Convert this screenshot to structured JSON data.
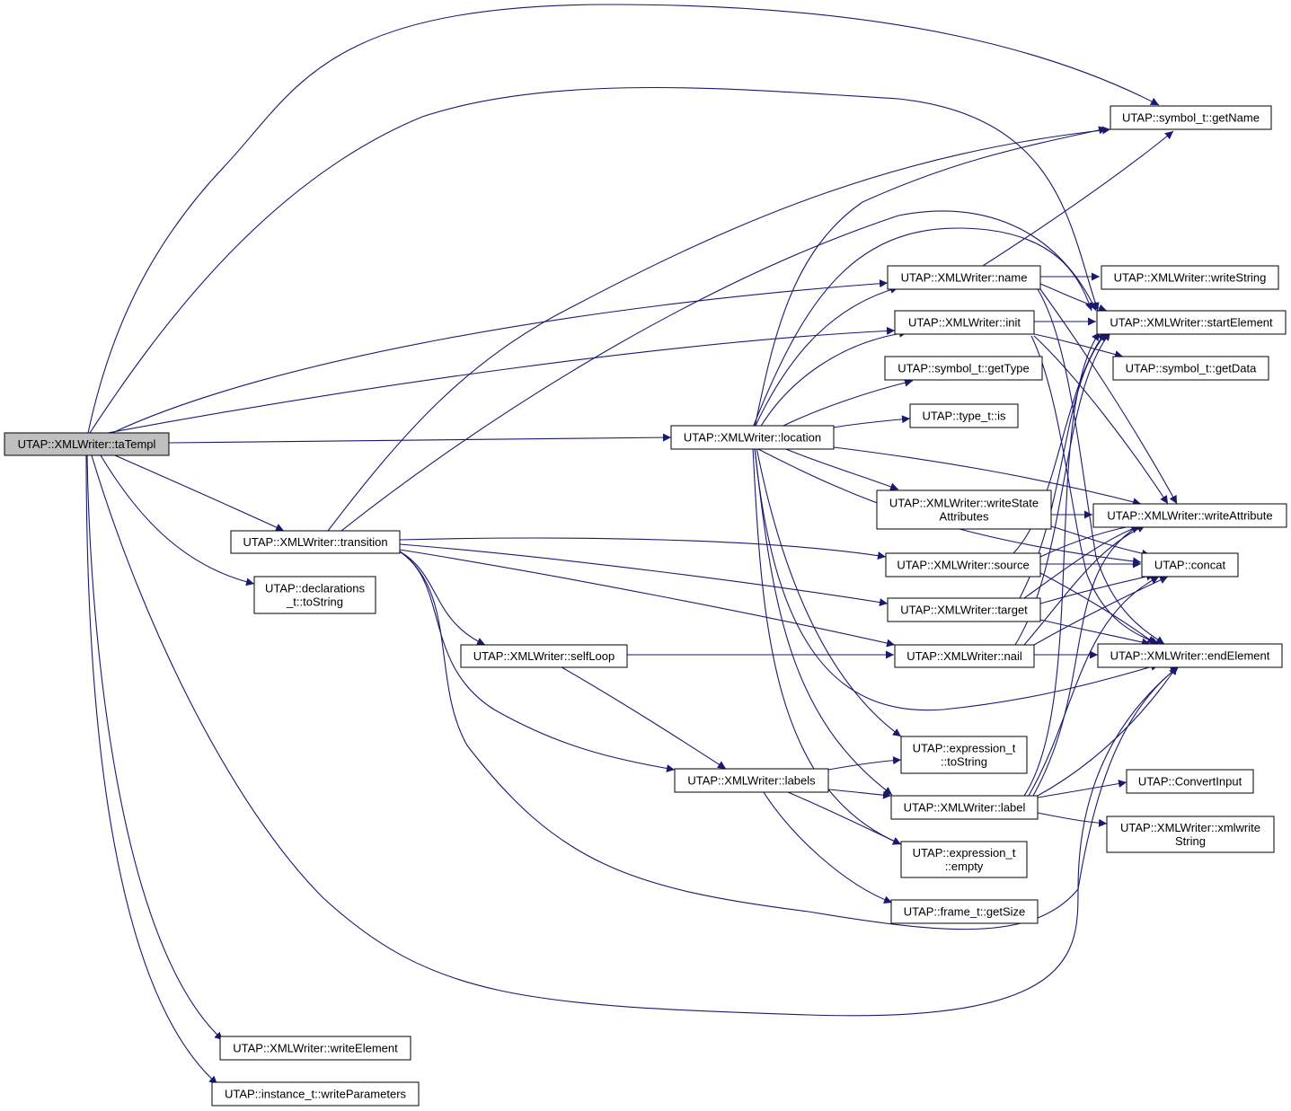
{
  "colors": {
    "edge": "#191970",
    "root_fill": "#bfbfbf",
    "node_fill": "#ffffff",
    "node_stroke": "#000000"
  },
  "nodes": {
    "taTempl": [
      "UTAP::XMLWriter::taTempl"
    ],
    "getName": [
      "UTAP::symbol_t::getName"
    ],
    "name": [
      "UTAP::XMLWriter::name"
    ],
    "writeString": [
      "UTAP::XMLWriter::writeString"
    ],
    "startElement": [
      "UTAP::XMLWriter::startElement"
    ],
    "init": [
      "UTAP::XMLWriter::init"
    ],
    "getData": [
      "UTAP::symbol_t::getData"
    ],
    "getType": [
      "UTAP::symbol_t::getType"
    ],
    "is": [
      "UTAP::type_t::is"
    ],
    "location": [
      "UTAP::XMLWriter::location"
    ],
    "writeStateAttributes": [
      "UTAP::XMLWriter::writeState",
      "Attributes"
    ],
    "writeAttribute": [
      "UTAP::XMLWriter::writeAttribute"
    ],
    "transition": [
      "UTAP::XMLWriter::transition"
    ],
    "source": [
      "UTAP::XMLWriter::source"
    ],
    "concat": [
      "UTAP::concat"
    ],
    "declToString": [
      "UTAP::declarations",
      "_t::toString"
    ],
    "target": [
      "UTAP::XMLWriter::target"
    ],
    "selfLoop": [
      "UTAP::XMLWriter::selfLoop"
    ],
    "nail": [
      "UTAP::XMLWriter::nail"
    ],
    "endElement": [
      "UTAP::XMLWriter::endElement"
    ],
    "exprToString": [
      "UTAP::expression_t",
      "::toString"
    ],
    "labels": [
      "UTAP::XMLWriter::labels"
    ],
    "label": [
      "UTAP::XMLWriter::label"
    ],
    "convertInput": [
      "UTAP::ConvertInput"
    ],
    "xmlwriteString": [
      "UTAP::XMLWriter::xmlwrite",
      "String"
    ],
    "exprEmpty": [
      "UTAP::expression_t",
      "::empty"
    ],
    "getSize": [
      "UTAP::frame_t::getSize"
    ],
    "writeElement": [
      "UTAP::XMLWriter::writeElement"
    ],
    "writeParameters": [
      "UTAP::instance_t::writeParameters"
    ]
  },
  "edges": [
    [
      "taTempl",
      "getName"
    ],
    [
      "taTempl",
      "startElement"
    ],
    [
      "taTempl",
      "name"
    ],
    [
      "taTempl",
      "init"
    ],
    [
      "taTempl",
      "location"
    ],
    [
      "taTempl",
      "transition"
    ],
    [
      "taTempl",
      "declToString"
    ],
    [
      "taTempl",
      "endElement"
    ],
    [
      "taTempl",
      "writeElement"
    ],
    [
      "taTempl",
      "writeParameters"
    ],
    [
      "name",
      "writeString"
    ],
    [
      "name",
      "startElement"
    ],
    [
      "name",
      "getName"
    ],
    [
      "name",
      "writeAttribute"
    ],
    [
      "name",
      "endElement"
    ],
    [
      "init",
      "startElement"
    ],
    [
      "init",
      "getData"
    ],
    [
      "init",
      "writeAttribute"
    ],
    [
      "init",
      "endElement"
    ],
    [
      "location",
      "getType"
    ],
    [
      "location",
      "is"
    ],
    [
      "location",
      "writeStateAttributes"
    ],
    [
      "location",
      "writeAttribute"
    ],
    [
      "location",
      "name"
    ],
    [
      "location",
      "init"
    ],
    [
      "location",
      "startElement"
    ],
    [
      "location",
      "getName"
    ],
    [
      "location",
      "concat"
    ],
    [
      "location",
      "endElement"
    ],
    [
      "location",
      "exprToString"
    ],
    [
      "location",
      "label"
    ],
    [
      "location",
      "exprEmpty"
    ],
    [
      "writeStateAttributes",
      "writeAttribute"
    ],
    [
      "writeStateAttributes",
      "concat"
    ],
    [
      "transition",
      "getName"
    ],
    [
      "transition",
      "startElement"
    ],
    [
      "transition",
      "source"
    ],
    [
      "transition",
      "target"
    ],
    [
      "transition",
      "nail"
    ],
    [
      "transition",
      "selfLoop"
    ],
    [
      "transition",
      "labels"
    ],
    [
      "transition",
      "endElement"
    ],
    [
      "source",
      "writeAttribute"
    ],
    [
      "source",
      "concat"
    ],
    [
      "source",
      "startElement"
    ],
    [
      "source",
      "endElement"
    ],
    [
      "target",
      "writeAttribute"
    ],
    [
      "target",
      "concat"
    ],
    [
      "target",
      "startElement"
    ],
    [
      "target",
      "endElement"
    ],
    [
      "selfLoop",
      "nail"
    ],
    [
      "selfLoop",
      "labels"
    ],
    [
      "nail",
      "endElement"
    ],
    [
      "nail",
      "startElement"
    ],
    [
      "nail",
      "writeAttribute"
    ],
    [
      "nail",
      "concat"
    ],
    [
      "labels",
      "exprToString"
    ],
    [
      "labels",
      "label"
    ],
    [
      "labels",
      "exprEmpty"
    ],
    [
      "labels",
      "getSize"
    ],
    [
      "label",
      "convertInput"
    ],
    [
      "label",
      "xmlwriteString"
    ],
    [
      "label",
      "startElement"
    ],
    [
      "label",
      "writeAttribute"
    ],
    [
      "label",
      "concat"
    ],
    [
      "label",
      "endElement"
    ]
  ]
}
